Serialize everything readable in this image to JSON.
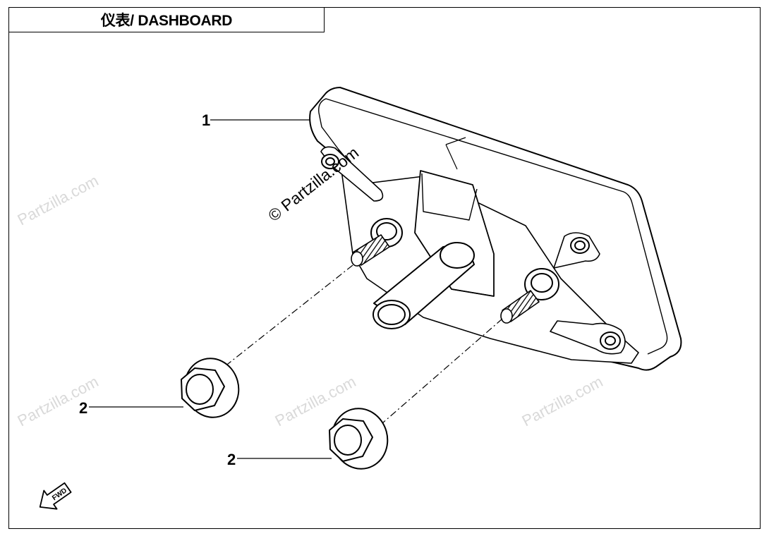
{
  "title": "仪表/ DASHBOARD",
  "callouts": [
    {
      "id": "callout-1",
      "label": "1",
      "part": "dashboard-meter"
    },
    {
      "id": "callout-2a",
      "label": "2",
      "part": "flange-nut"
    },
    {
      "id": "callout-2b",
      "label": "2",
      "part": "flange-nut"
    }
  ],
  "fwd_marker": {
    "label": "FWD",
    "icon": "forward-arrow-icon"
  },
  "watermark": {
    "text": "Partzilla.com",
    "featured_text": "© Partzilla.com",
    "symbol": "©"
  }
}
